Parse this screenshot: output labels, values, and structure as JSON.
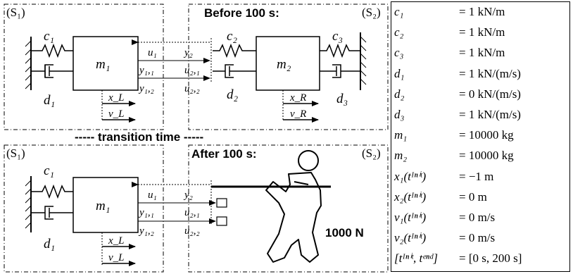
{
  "top_panel": {
    "title": "Before 100 s:",
    "s1": "(S₁)",
    "s2": "(S₂)",
    "labels": {
      "c1": "c₁",
      "d1": "d₁",
      "m1": "m₁",
      "c2": "c₂",
      "d2": "d₂",
      "m2": "m₂",
      "c3": "c₃",
      "d3": "d₃",
      "u1": "u₁",
      "y2": "y₂",
      "y11": "y₁,₁",
      "u21": "u₂,₁",
      "y12": "y₁,₂",
      "u22": "u₂,₂",
      "xL": "x_L",
      "vL": "v_L",
      "xR": "x_R",
      "vR": "v_R"
    }
  },
  "transition": "----- transition time -----",
  "bottom_panel": {
    "title": "After 100 s:",
    "s1": "(S₁)",
    "s2": "(S₂)",
    "force": "1000 N",
    "labels": {
      "c1": "c₁",
      "d1": "d₁",
      "m1": "m₁",
      "u1": "u₁",
      "y2": "y₂",
      "y11": "y₁,₁",
      "u21": "u₂,₁",
      "y12": "y₁,₂",
      "u22": "u₂,₂",
      "xL": "x_L",
      "vL": "v_L"
    }
  },
  "parameters": [
    {
      "name": "c₁",
      "value": "= 1 kN/m"
    },
    {
      "name": "c₂",
      "value": "= 1 kN/m"
    },
    {
      "name": "c₃",
      "value": "= 1 kN/m"
    },
    {
      "name": "d₁",
      "value": "= 1 kN/(m/s)"
    },
    {
      "name": "d₂",
      "value": "= 0 kN/(m/s)"
    },
    {
      "name": "d₃",
      "value": "= 1 kN/(m/s)"
    },
    {
      "name": "m₁",
      "value": "= 10000 kg"
    },
    {
      "name": "m₂",
      "value": "= 10000 kg"
    },
    {
      "name": "x₁(tᴵⁿⁱᵗ)",
      "value": "= −1 m"
    },
    {
      "name": "x₂(tᴵⁿⁱᵗ)",
      "value": "= 0 m"
    },
    {
      "name": "v₁(tᴵⁿⁱᵗ)",
      "value": "= 0 m/s"
    },
    {
      "name": "v₂(tᴵⁿⁱᵗ)",
      "value": "= 0 m/s"
    },
    {
      "name": "[tᴵⁿⁱᵗ, tᵉⁿᵈ]",
      "value": "= [0 s,  200 s]"
    }
  ]
}
